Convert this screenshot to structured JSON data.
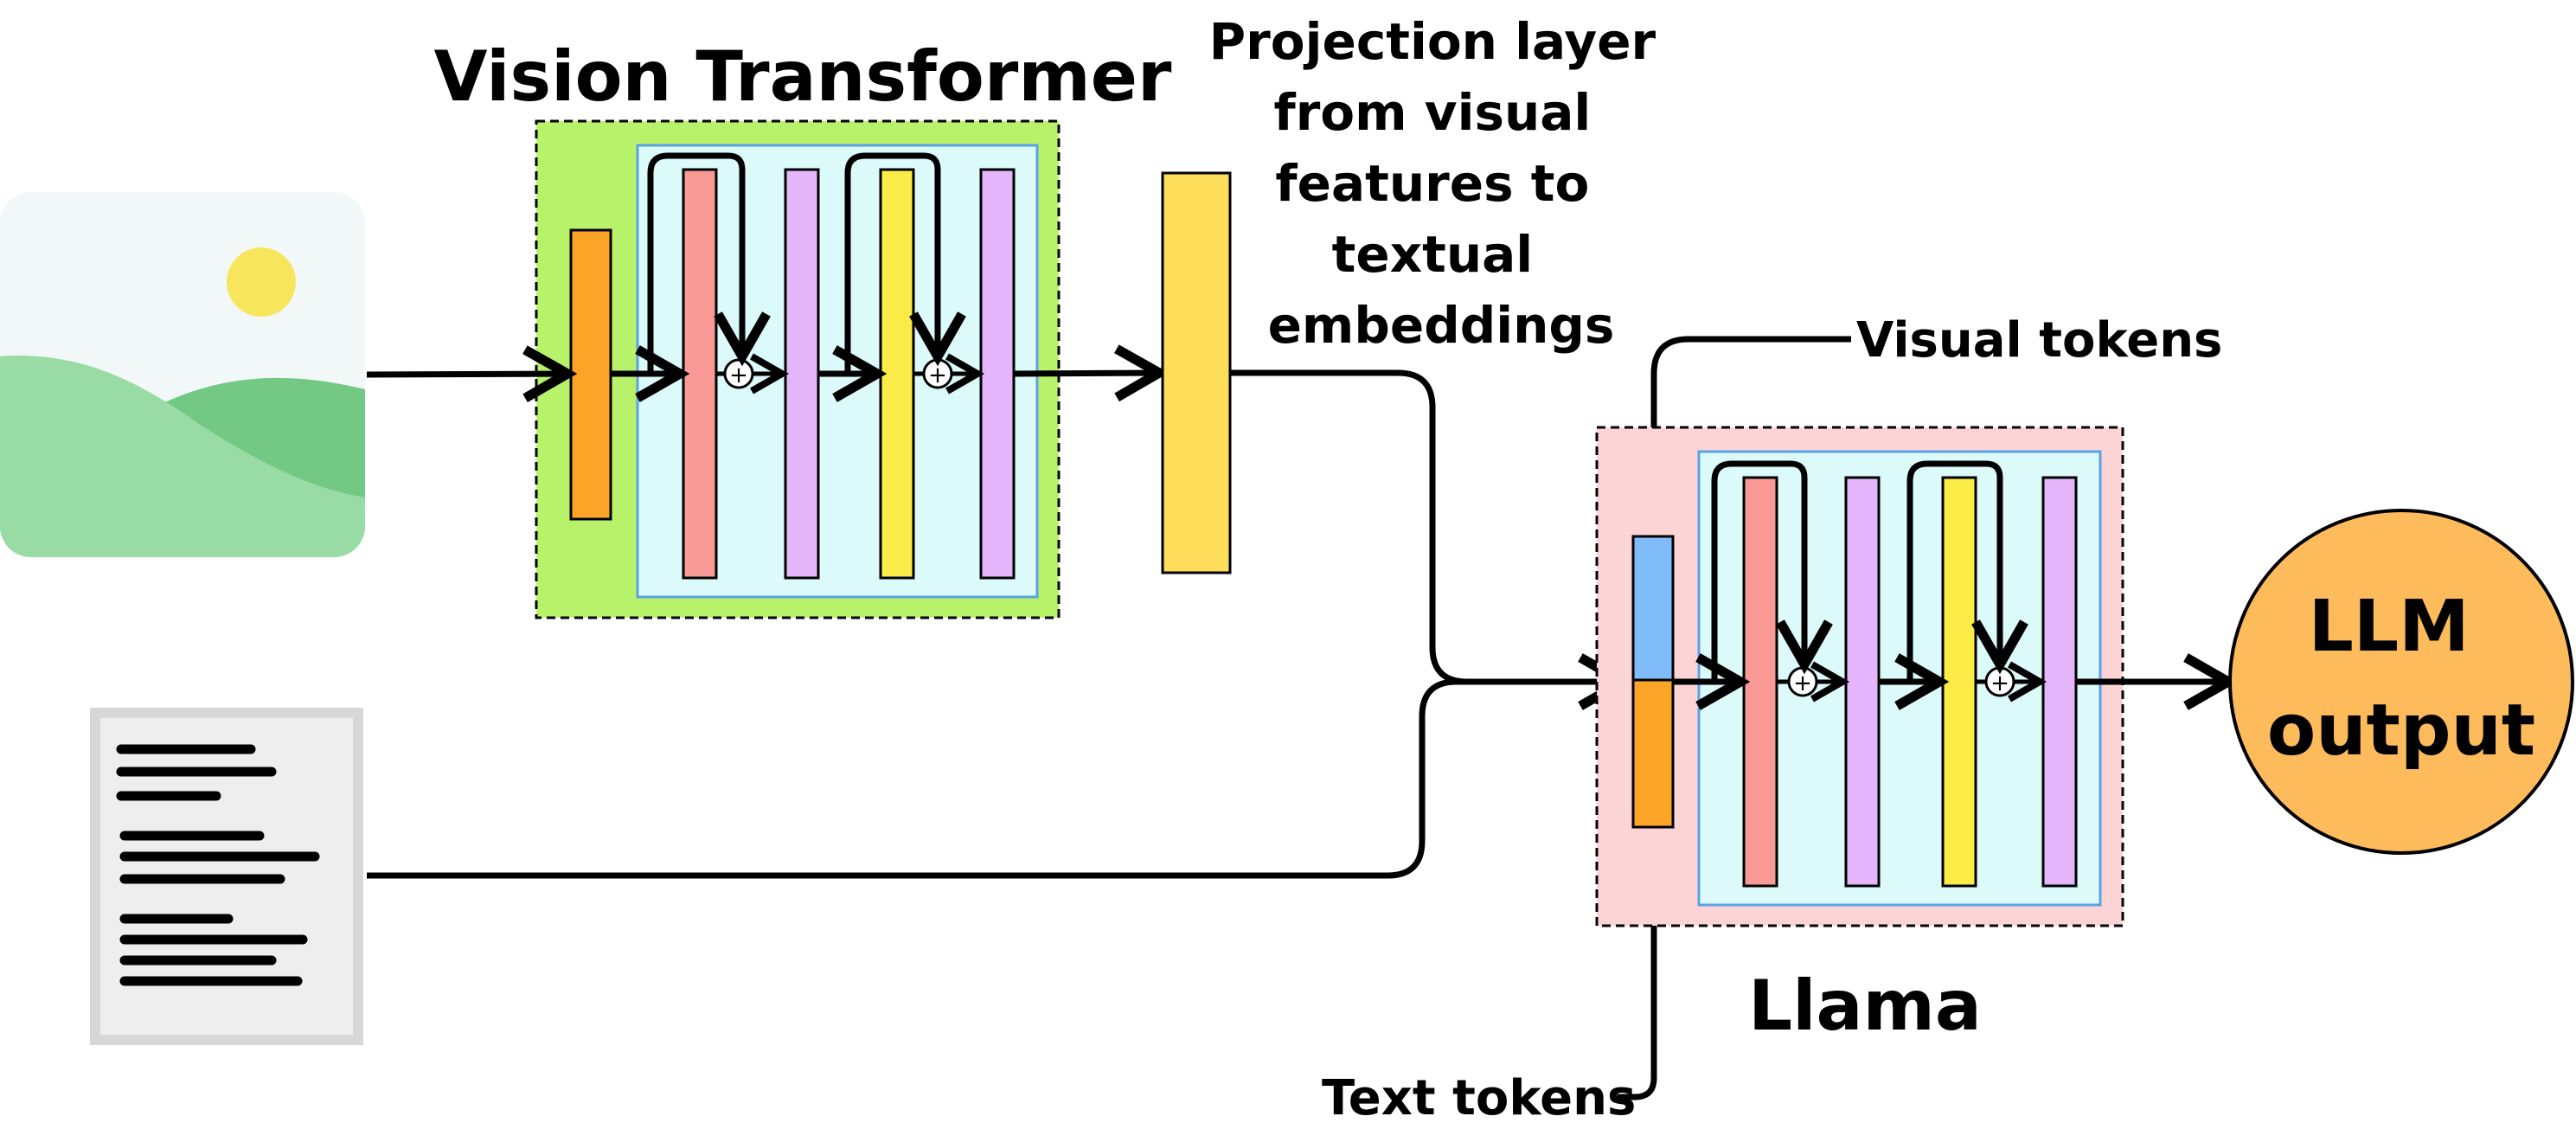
{
  "vision_transformer": {
    "title": "Vision Transformer"
  },
  "projection": {
    "label_lines": [
      "Projection layer",
      "from visual",
      "features to",
      "textual",
      "embeddings"
    ]
  },
  "visual_tokens": {
    "label": "Visual tokens"
  },
  "text_tokens": {
    "label": "Text tokens"
  },
  "llama": {
    "title": "Llama"
  },
  "output": {
    "label_lines": [
      "LLM",
      "output"
    ]
  },
  "colors": {
    "vit_box": "#b8f26a",
    "llama_box": "#fdd4d6",
    "inner_block": "#dcfafa",
    "patch_embed": "#fba427",
    "attention": "#f99a97",
    "mlp": "#fbeb47",
    "norm": "#e5b5fb",
    "projection": "#fddd5a",
    "visual_token": "#7fbcf9",
    "text_token": "#fba427",
    "output_circle": "#fdbb5c",
    "image_hill_light": "#98dba5",
    "image_hill_dark": "#73c884",
    "image_sun": "#f7e65c",
    "image_bg": "#f2f7f7",
    "doc_bg": "#eeeeee",
    "doc_border": "#d7d7d7"
  }
}
